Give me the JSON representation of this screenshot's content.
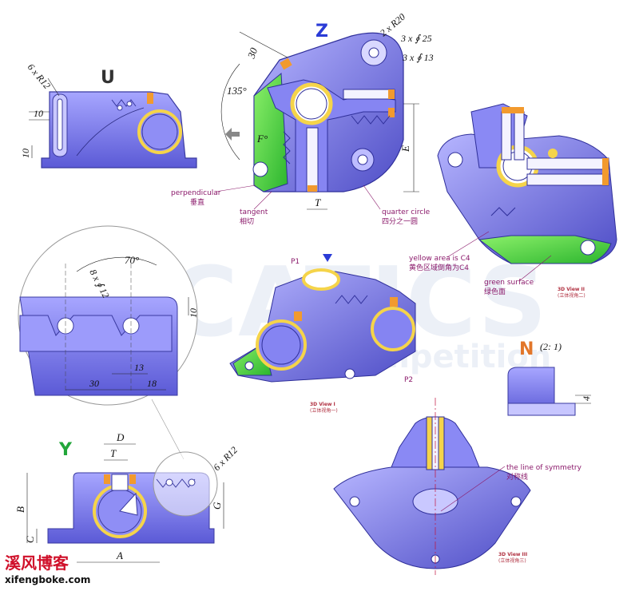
{
  "views": {
    "u": {
      "title": "U",
      "dim_radius": "6 x R12",
      "dim_a": "10",
      "dim_b": "10"
    },
    "z": {
      "title": "Z",
      "dim_r20": "2 x R20",
      "dim_d25": "3 x ∮ 25",
      "dim_d13": "3 x ∮ 13",
      "dim_30": "30",
      "dim_135": "135°",
      "dim_f": "F°",
      "dim_e": "E",
      "dim_t": "T"
    },
    "detail": {
      "dim_70": "70°",
      "dim_holes": "8 x ∮ 12",
      "dim_10": "10",
      "dim_13": "13",
      "dim_30": "30",
      "dim_18": "18"
    },
    "y": {
      "title": "Y",
      "dim_d": "D",
      "dim_t": "T",
      "dim_radius": "6 x R12",
      "dim_b": "B",
      "dim_c": "C",
      "dim_a": "A",
      "dim_g": "G"
    },
    "n": {
      "title": "N",
      "scale": "(2: 1)",
      "dim_4": "4"
    }
  },
  "annotations": {
    "perpendicular_en": "perpendicular",
    "perpendicular_cn": "垂直",
    "tangent_en": "tangent",
    "tangent_cn": "相切",
    "quarter_en": "quarter circle",
    "quarter_cn": "四分之一圆",
    "yellow_en": "yellow area is C4",
    "yellow_cn": "黄色区域倒角为C4",
    "green_en": "green surface",
    "green_cn": "绿色面",
    "symmetry_en": "the line of symmetry",
    "symmetry_cn": "对称线",
    "p1": "P1",
    "p2": "P2"
  },
  "view_labels": {
    "v1": "3D View I",
    "v1_cn": "(立体视角一)",
    "v2": "3D View II",
    "v2_cn": "(立体视角二)",
    "v3": "3D View III",
    "v3_cn": "(立体视角三)"
  },
  "watermark": {
    "main": "CATICS",
    "sub": "competition"
  },
  "branding": {
    "cn": "溪风博客",
    "url": "xifengboke.com"
  },
  "colors": {
    "body": "#7f7ef0",
    "body_dark": "#4f4fc8",
    "yellow": "#f5d44a",
    "orange": "#f29a2e",
    "green": "#4fd24a",
    "blue_title": "#2a3bd6",
    "green_title": "#22a63a"
  }
}
